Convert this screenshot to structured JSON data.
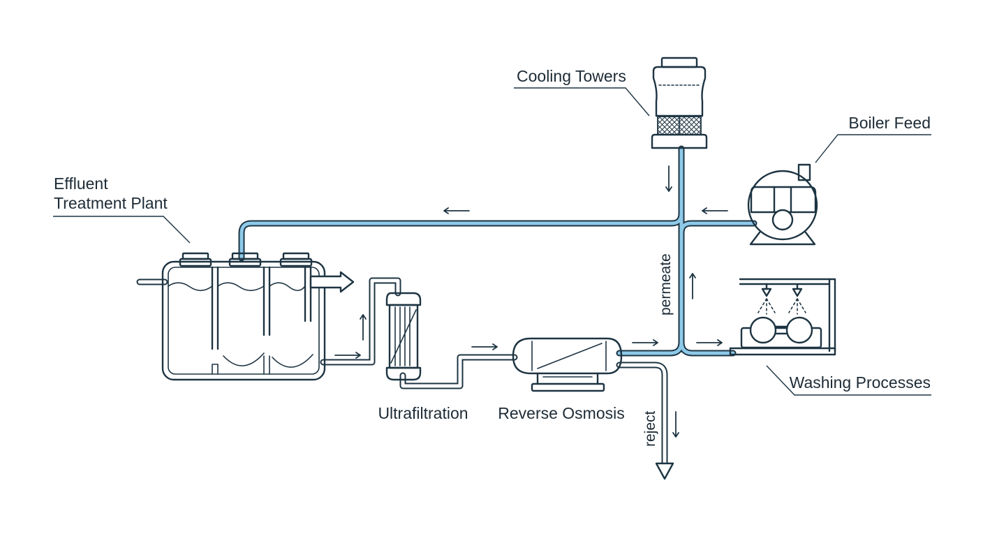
{
  "labels": {
    "cooling_towers": "Cooling Towers",
    "boiler_feed": "Boiler Feed",
    "effluent_line1": "Effluent",
    "effluent_line2": "Treatment Plant",
    "ultrafiltration": "Ultrafiltration",
    "reverse_osmosis": "Reverse Osmosis",
    "washing_processes": "Washing Processes",
    "permeate": "permeate",
    "reject": "reject"
  },
  "colors": {
    "line": "#1d3442",
    "water": "#8ec9e8",
    "text": "#1d2b36"
  }
}
